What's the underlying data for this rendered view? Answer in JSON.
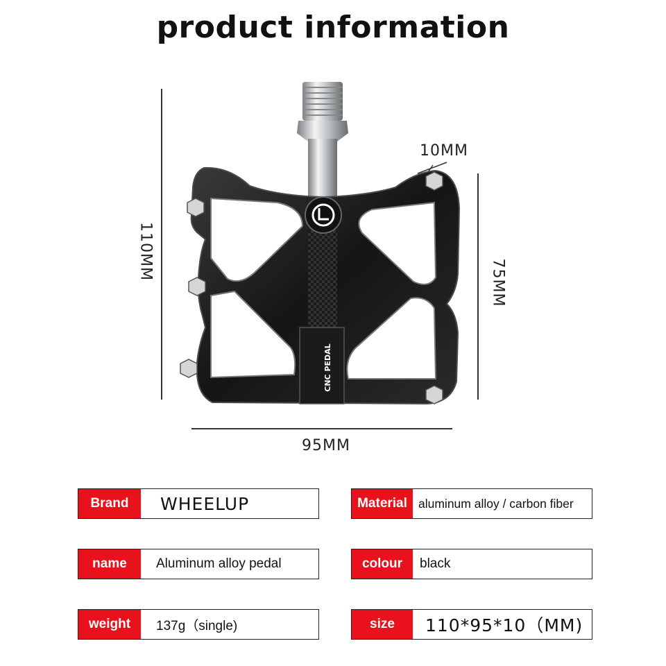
{
  "title": "product information",
  "dimensions": {
    "height_left": "110MM",
    "height_right": "75MM",
    "width_bottom": "95MM",
    "thickness_top": "10MM"
  },
  "pedal": {
    "body_text": "CNC PEDAL",
    "body_color": "#1b1b1b",
    "axle_color": "#c8cacc"
  },
  "specs": {
    "brand": {
      "label": "Brand",
      "value": "WHEELUP"
    },
    "material": {
      "label": "Material",
      "value": "aluminum alloy / carbon fiber"
    },
    "name": {
      "label": "name",
      "value": "Aluminum alloy pedal"
    },
    "colour": {
      "label": "colour",
      "value": "black"
    },
    "weight": {
      "label": "weight",
      "value": "137g（single)"
    },
    "size": {
      "label": "size",
      "value": "110*95*10（MM)"
    }
  },
  "accent_color": "#e8111c"
}
